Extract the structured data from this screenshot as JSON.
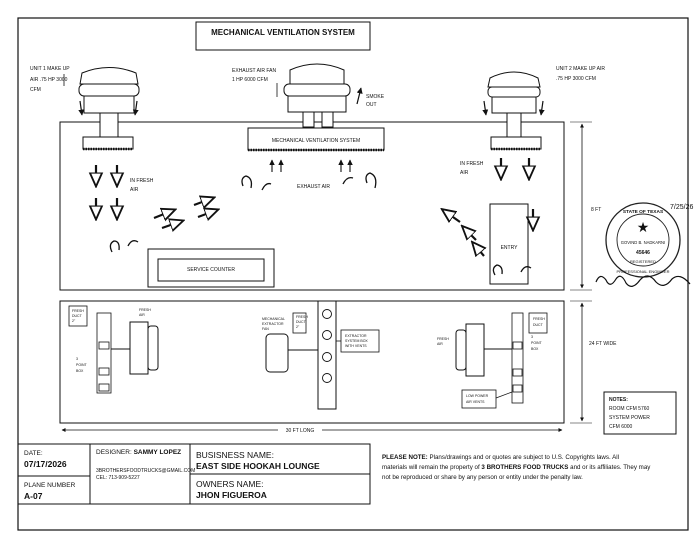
{
  "title": "MECHANICAL VENTILATION SYSTEM",
  "top_view": {
    "unit1": [
      "UNIT 1 MAKE UP",
      "AIR .75 HP 3000",
      "CFM"
    ],
    "unit2": [
      "UNIT 2 MAKE UP AIR",
      ".75 HP 3000 CFM"
    ],
    "exhaust_fan": [
      "EXHAUST AIR FAN",
      "1 HP 6000 CFM"
    ],
    "smoke_out": [
      "SMOKE",
      "OUT"
    ],
    "hood_label": "MECHANICAL VENTILATION SYSTEM",
    "exhaust_air": "EXHAUST AIR",
    "fresh_air_left": [
      "IN FRESH",
      "AIR"
    ],
    "fresh_air_right": [
      "IN FRESH",
      "AIR"
    ],
    "service_counter": "SERVICE COUNTER",
    "entry": "ENTRY",
    "height": "8 FT"
  },
  "plan_view": {
    "fresh_duct_left": [
      "FRESH",
      "DUCT",
      "2\""
    ],
    "fresh_air_left": [
      "FRESH",
      "AIR"
    ],
    "point_box_left": [
      "3",
      "POINT",
      "BOX"
    ],
    "exhaust_fan": [
      "MECHANICAL",
      "EXTRACTOR",
      "FAN"
    ],
    "fresh_duct_mid": [
      "FRESH",
      "DUCT",
      "2\""
    ],
    "extractor_callout": [
      "EXTRACTOR",
      "SYSTEM BOX",
      "WITH VENTS"
    ],
    "fresh_air_right": [
      "FRESH",
      "AIR"
    ],
    "fresh_duct_right": [
      "FRESH",
      "DUCT"
    ],
    "point_box_right": [
      "3",
      "POINT",
      "BOX"
    ],
    "low_power_callout": [
      "LOW POWER",
      "AIR VENTS"
    ],
    "width": "24 FT WIDE",
    "length": "30 FT LONG",
    "notes": [
      "NOTES:",
      "ROOM CFM 5760",
      "SYSTEM POWER",
      "CFM 6000"
    ]
  },
  "stamp": {
    "state": "STATE OF TEXAS",
    "name": "GOVIND B. NADKARNI",
    "number": "45646",
    "registered": "REGISTERED",
    "profession": "PROFESSIONAL ENGINEER",
    "date": "7/25/26"
  },
  "title_block": {
    "date_label": "DATE:",
    "date_value": "07/17/2026",
    "plane_number_label": "PLANE NUMBER",
    "plane_number_value": "A-07",
    "designer_label": "DESIGNER:",
    "designer_value": "SAMMY LOPEZ",
    "designer_email": "3BROTHERSFOODTRUCKS@GMAIL.COM",
    "designer_cel": "CEL: 713-909-5227",
    "business_label": "BUSISNESS NAME:",
    "business_value": "EAST SIDE HOOKAH LOUNGE",
    "owner_label": "OWNERS NAME:",
    "owner_value": "JHON FIGUEROA",
    "note_label": "PLEASE NOTE:",
    "note_text_1": "Plans/drawings and or quotes are subject to U.S. Copyrights laws. All",
    "note_text_2a": "materials will remain the property of",
    "note_company": "3 BROTHERS FOOD TRUCKS",
    "note_text_2b": "and or its affiliates. They may",
    "note_text_3": "not be reproduced or share by any person or entity under the penalty law."
  }
}
